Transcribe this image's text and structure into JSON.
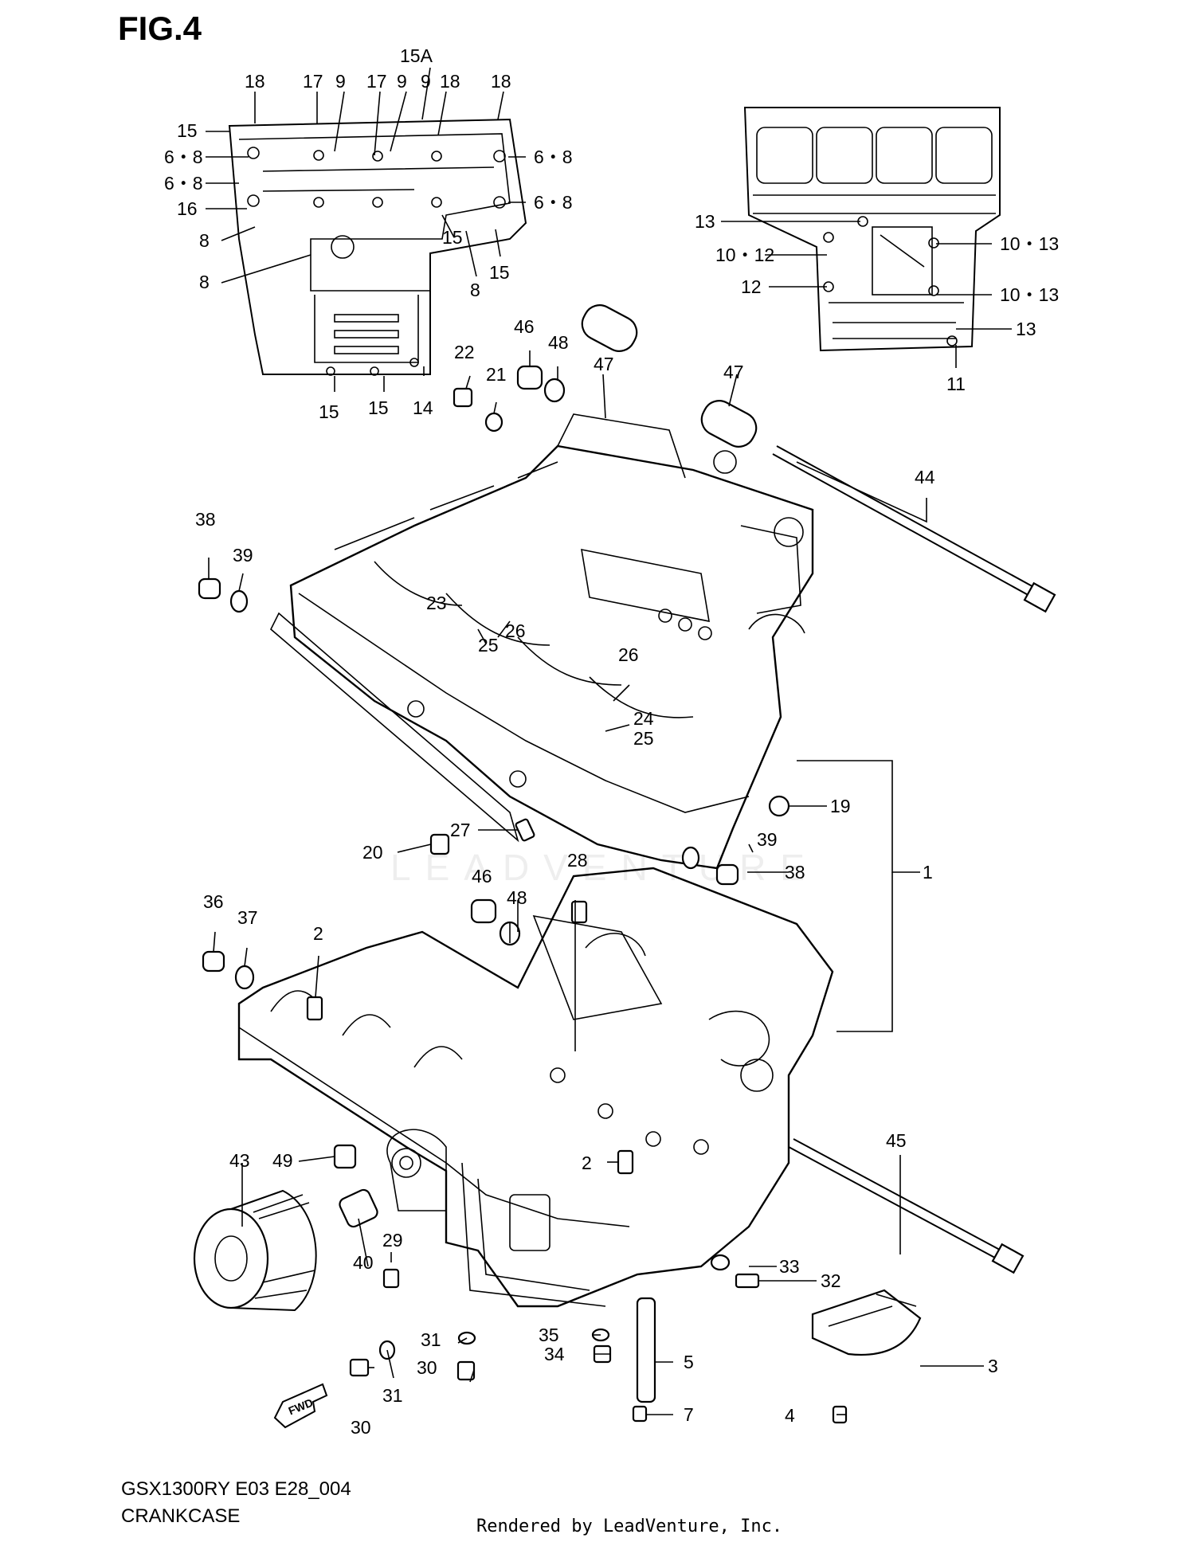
{
  "figure": {
    "title": "FIG.4",
    "model": "GSX1300RY E03 E28_004",
    "section": "CRANKCASE",
    "credit": "Rendered by LeadVenture, Inc.",
    "watermark": "LEADVENTURE",
    "fwd_label": "FWD"
  },
  "callouts": {
    "c1": "1",
    "c2a": "2",
    "c2b": "2",
    "c3": "3",
    "c4": "4",
    "c5": "5",
    "c7": "7",
    "c68a": "6・8",
    "c68b": "6・8",
    "c68c": "6・8",
    "c68d": "6・8",
    "c8a": "8",
    "c8b": "8",
    "c8c": "8",
    "c9a": "9",
    "c9b": "9",
    "c9c": "9",
    "c1012": "10・12",
    "c1013a": "10・13",
    "c1013b": "10・13",
    "c11": "11",
    "c12": "12",
    "c13a": "13",
    "c13b": "13",
    "c14": "14",
    "c15a": "15",
    "c15b": "15",
    "c15c": "15",
    "c15d": "15",
    "c15e": "15",
    "c15A": "15A",
    "c16": "16",
    "c17a": "17",
    "c17b": "17",
    "c18a": "18",
    "c18b": "18",
    "c18c": "18",
    "c19": "19",
    "c20": "20",
    "c21": "21",
    "c22": "22",
    "c23": "23",
    "c24": "24",
    "c25a": "25",
    "c25b": "25",
    "c26a": "26",
    "c26b": "26",
    "c27": "27",
    "c28": "28",
    "c29": "29",
    "c30a": "30",
    "c30b": "30",
    "c31a": "31",
    "c31b": "31",
    "c32": "32",
    "c33": "33",
    "c34": "34",
    "c35": "35",
    "c36": "36",
    "c37": "37",
    "c38a": "38",
    "c38b": "38",
    "c39a": "39",
    "c39b": "39",
    "c40": "40",
    "c43": "43",
    "c44": "44",
    "c45": "45",
    "c46a": "46",
    "c46b": "46",
    "c47a": "47",
    "c47b": "47",
    "c48a": "48",
    "c48b": "48",
    "c49": "49"
  }
}
